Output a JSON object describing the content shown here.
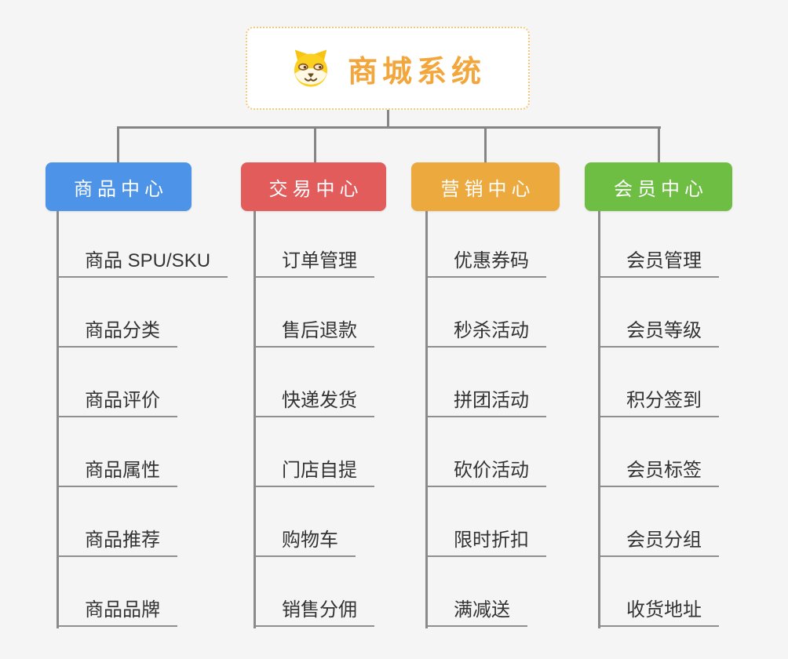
{
  "page": {
    "background": "#f5f5f6",
    "connector_color": "#858585",
    "underline_color": "#8f8f8f"
  },
  "root": {
    "title": "商城系统",
    "icon": "dog-face-icon",
    "text_color": "#f2a63b",
    "border_color": "#f6c87e"
  },
  "branches": [
    {
      "label": "商品中心",
      "color": "#4d94e9",
      "children": [
        "商品 SPU/SKU",
        "商品分类",
        "商品评价",
        "商品属性",
        "商品推荐",
        "商品品牌"
      ]
    },
    {
      "label": "交易中心",
      "color": "#e25c5c",
      "children": [
        "订单管理",
        "售后退款",
        "快递发货",
        "门店自提",
        "购物车",
        "销售分佣"
      ]
    },
    {
      "label": "营销中心",
      "color": "#eba93e",
      "children": [
        "优惠券码",
        "秒杀活动",
        "拼团活动",
        "砍价活动",
        "限时折扣",
        "满减送"
      ]
    },
    {
      "label": "会员中心",
      "color": "#6fbe44",
      "children": [
        "会员管理",
        "会员等级",
        "积分签到",
        "会员标签",
        "会员分组",
        "收货地址"
      ]
    }
  ]
}
